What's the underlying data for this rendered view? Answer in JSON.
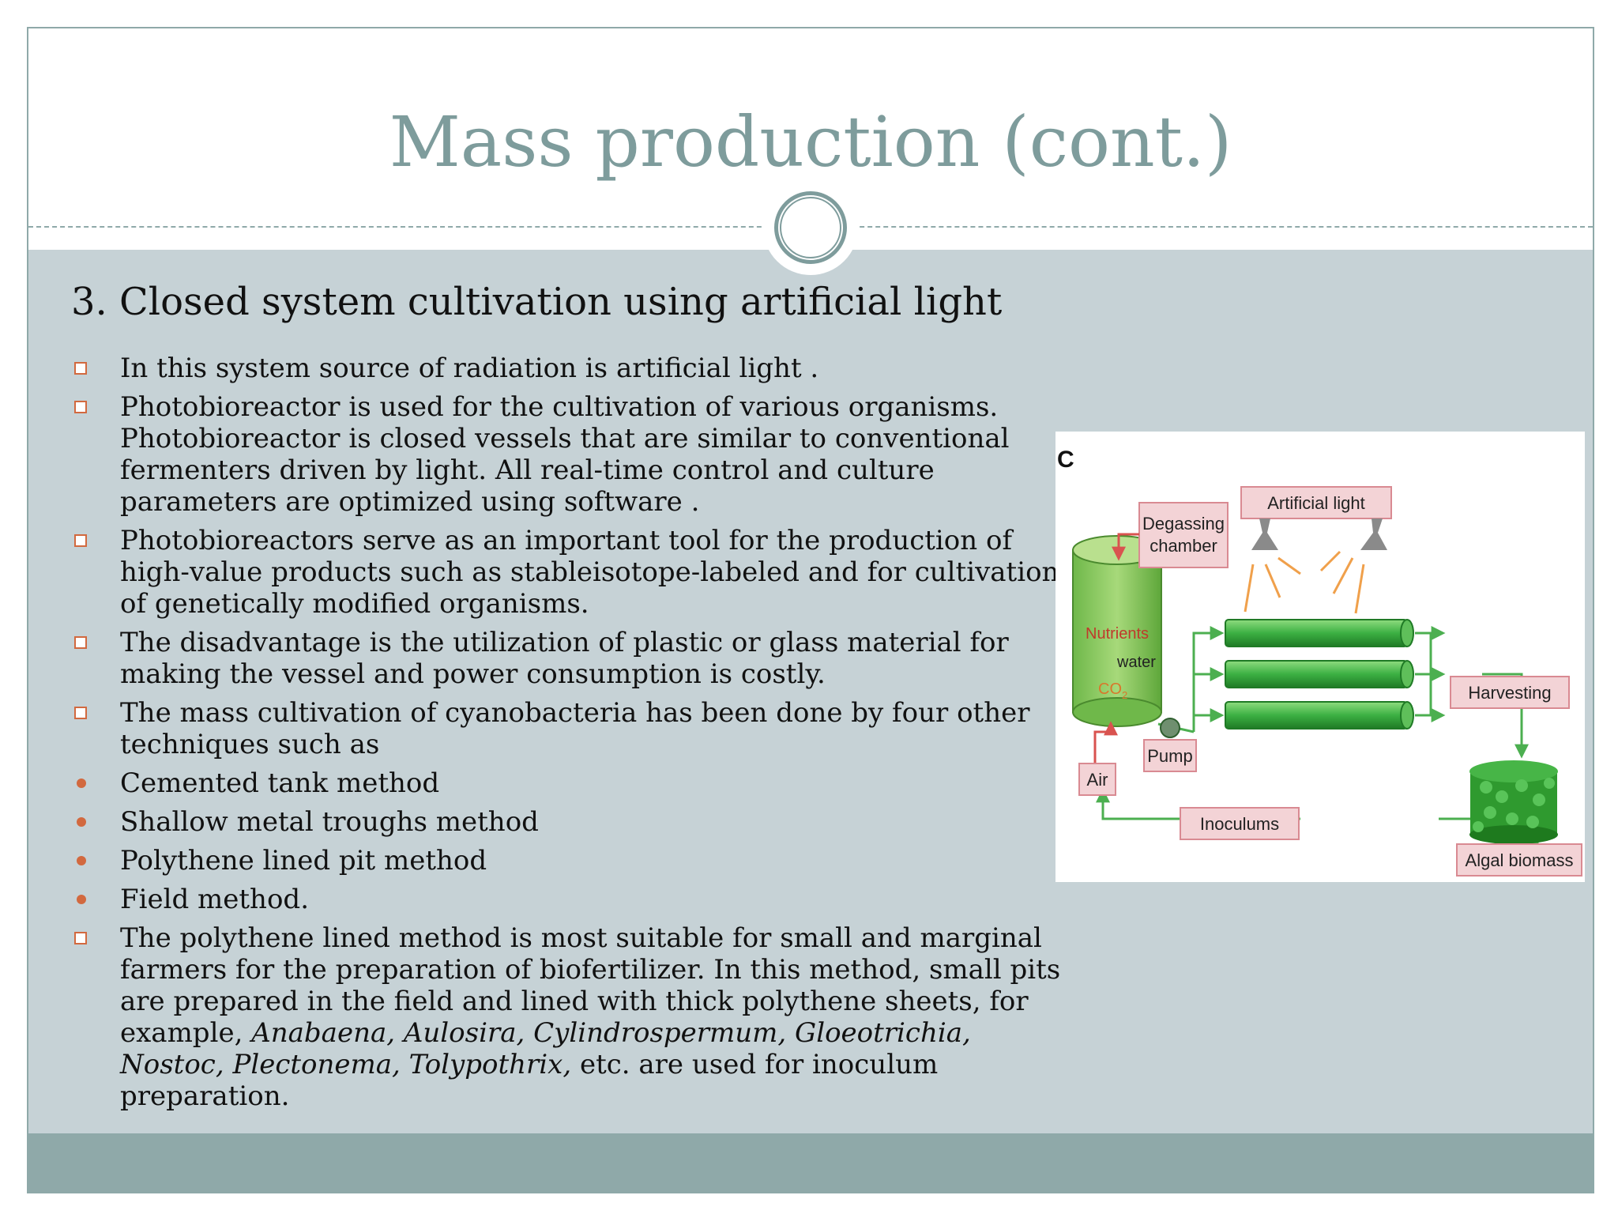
{
  "slide": {
    "title": "Mass production (cont.)",
    "subheading": "3. Closed system cultivation using artificial light",
    "bullets": [
      {
        "type": "square",
        "text": "In this system source of radiation is artificial light ."
      },
      {
        "type": "square",
        "text": "Photobioreactor is used for the cultivation of various organisms. Photobioreactor is closed vessels that are similar to conventional fermenters driven by light. All real-time control and culture parameters are optimized using software ."
      },
      {
        "type": "square",
        "text": "Photobioreactors serve as an important tool for the production of high-value products such as stableisotope-labeled and for cultivation of genetically modified organisms."
      },
      {
        "type": "square",
        "text": "The disadvantage is the utilization of plastic or glass material for making the vessel and power consumption is costly."
      },
      {
        "type": "square",
        "text": "The mass cultivation of cyanobacteria has been done by four other techniques such as"
      },
      {
        "type": "dot",
        "text": "Cemented tank method"
      },
      {
        "type": "dot",
        "text": "Shallow metal troughs method"
      },
      {
        "type": "dot",
        "text": "Polythene lined pit method"
      },
      {
        "type": "dot",
        "text": "Field method."
      }
    ],
    "last_bullet": {
      "lead": "The polythene lined method is most suitable for small and marginal farmers for the preparation of biofertilizer. In this method, small pits are prepared in the field and lined with thick polythene sheets, for example,",
      "species": "Anabaena, Aulosira, Cylindrospermum, Gloeotrichia, Nostoc, Plectonema, Tolypothrix,",
      "tail": "etc. are used for inoculum preparation."
    }
  },
  "figure": {
    "panel_letter": "C",
    "labels": {
      "degassing_1": "Degassing",
      "degassing_2": "chamber",
      "artificial_light": "Artificial light",
      "nutrients": "Nutrients",
      "water": "water",
      "co2": "CO",
      "co2_sub": "2",
      "pump": "Pump",
      "air": "Air",
      "inoculums": "Inoculums",
      "harvesting": "Harvesting",
      "algal_biomass": "Algal biomass"
    }
  },
  "colors": {
    "title": "#7e9c9c",
    "content_bg": "#c6d2d6",
    "footer": "#8fa9a9",
    "bullet_accent": "#d2693f",
    "tube_green": "#3cb043",
    "arrow_green": "#4caf50",
    "label_box": "#f3d3d6",
    "label_border": "#d98a92"
  }
}
